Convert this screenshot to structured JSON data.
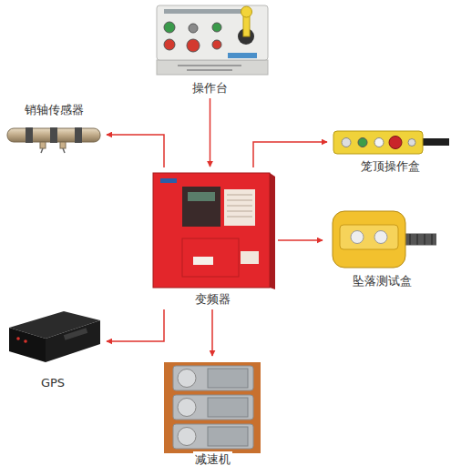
{
  "diagram": {
    "nodes": [
      {
        "text": [
          "操作台"
        ]
      },
      {
        "text": [
          "销轴传感器"
        ]
      },
      {
        "text": [
          "笼顶操作盒"
        ]
      },
      {
        "text": [
          "变频器"
        ]
      },
      {
        "text": [
          "坠落测试盒"
        ]
      },
      {
        "text": [
          "GPS"
        ]
      },
      {
        "text": [
          "减速机"
        ]
      }
    ],
    "edges": [
      {
        "from": 0,
        "to": 3,
        "arrow": "to"
      },
      {
        "from": 3,
        "to": 1,
        "arrow": "to"
      },
      {
        "from": 3,
        "to": 2,
        "arrow": "to"
      },
      {
        "from": 3,
        "to": 4,
        "arrow": "to"
      },
      {
        "from": 3,
        "to": 5,
        "arrow": "to"
      },
      {
        "from": 3,
        "to": 6,
        "arrow": "to"
      }
    ]
  }
}
